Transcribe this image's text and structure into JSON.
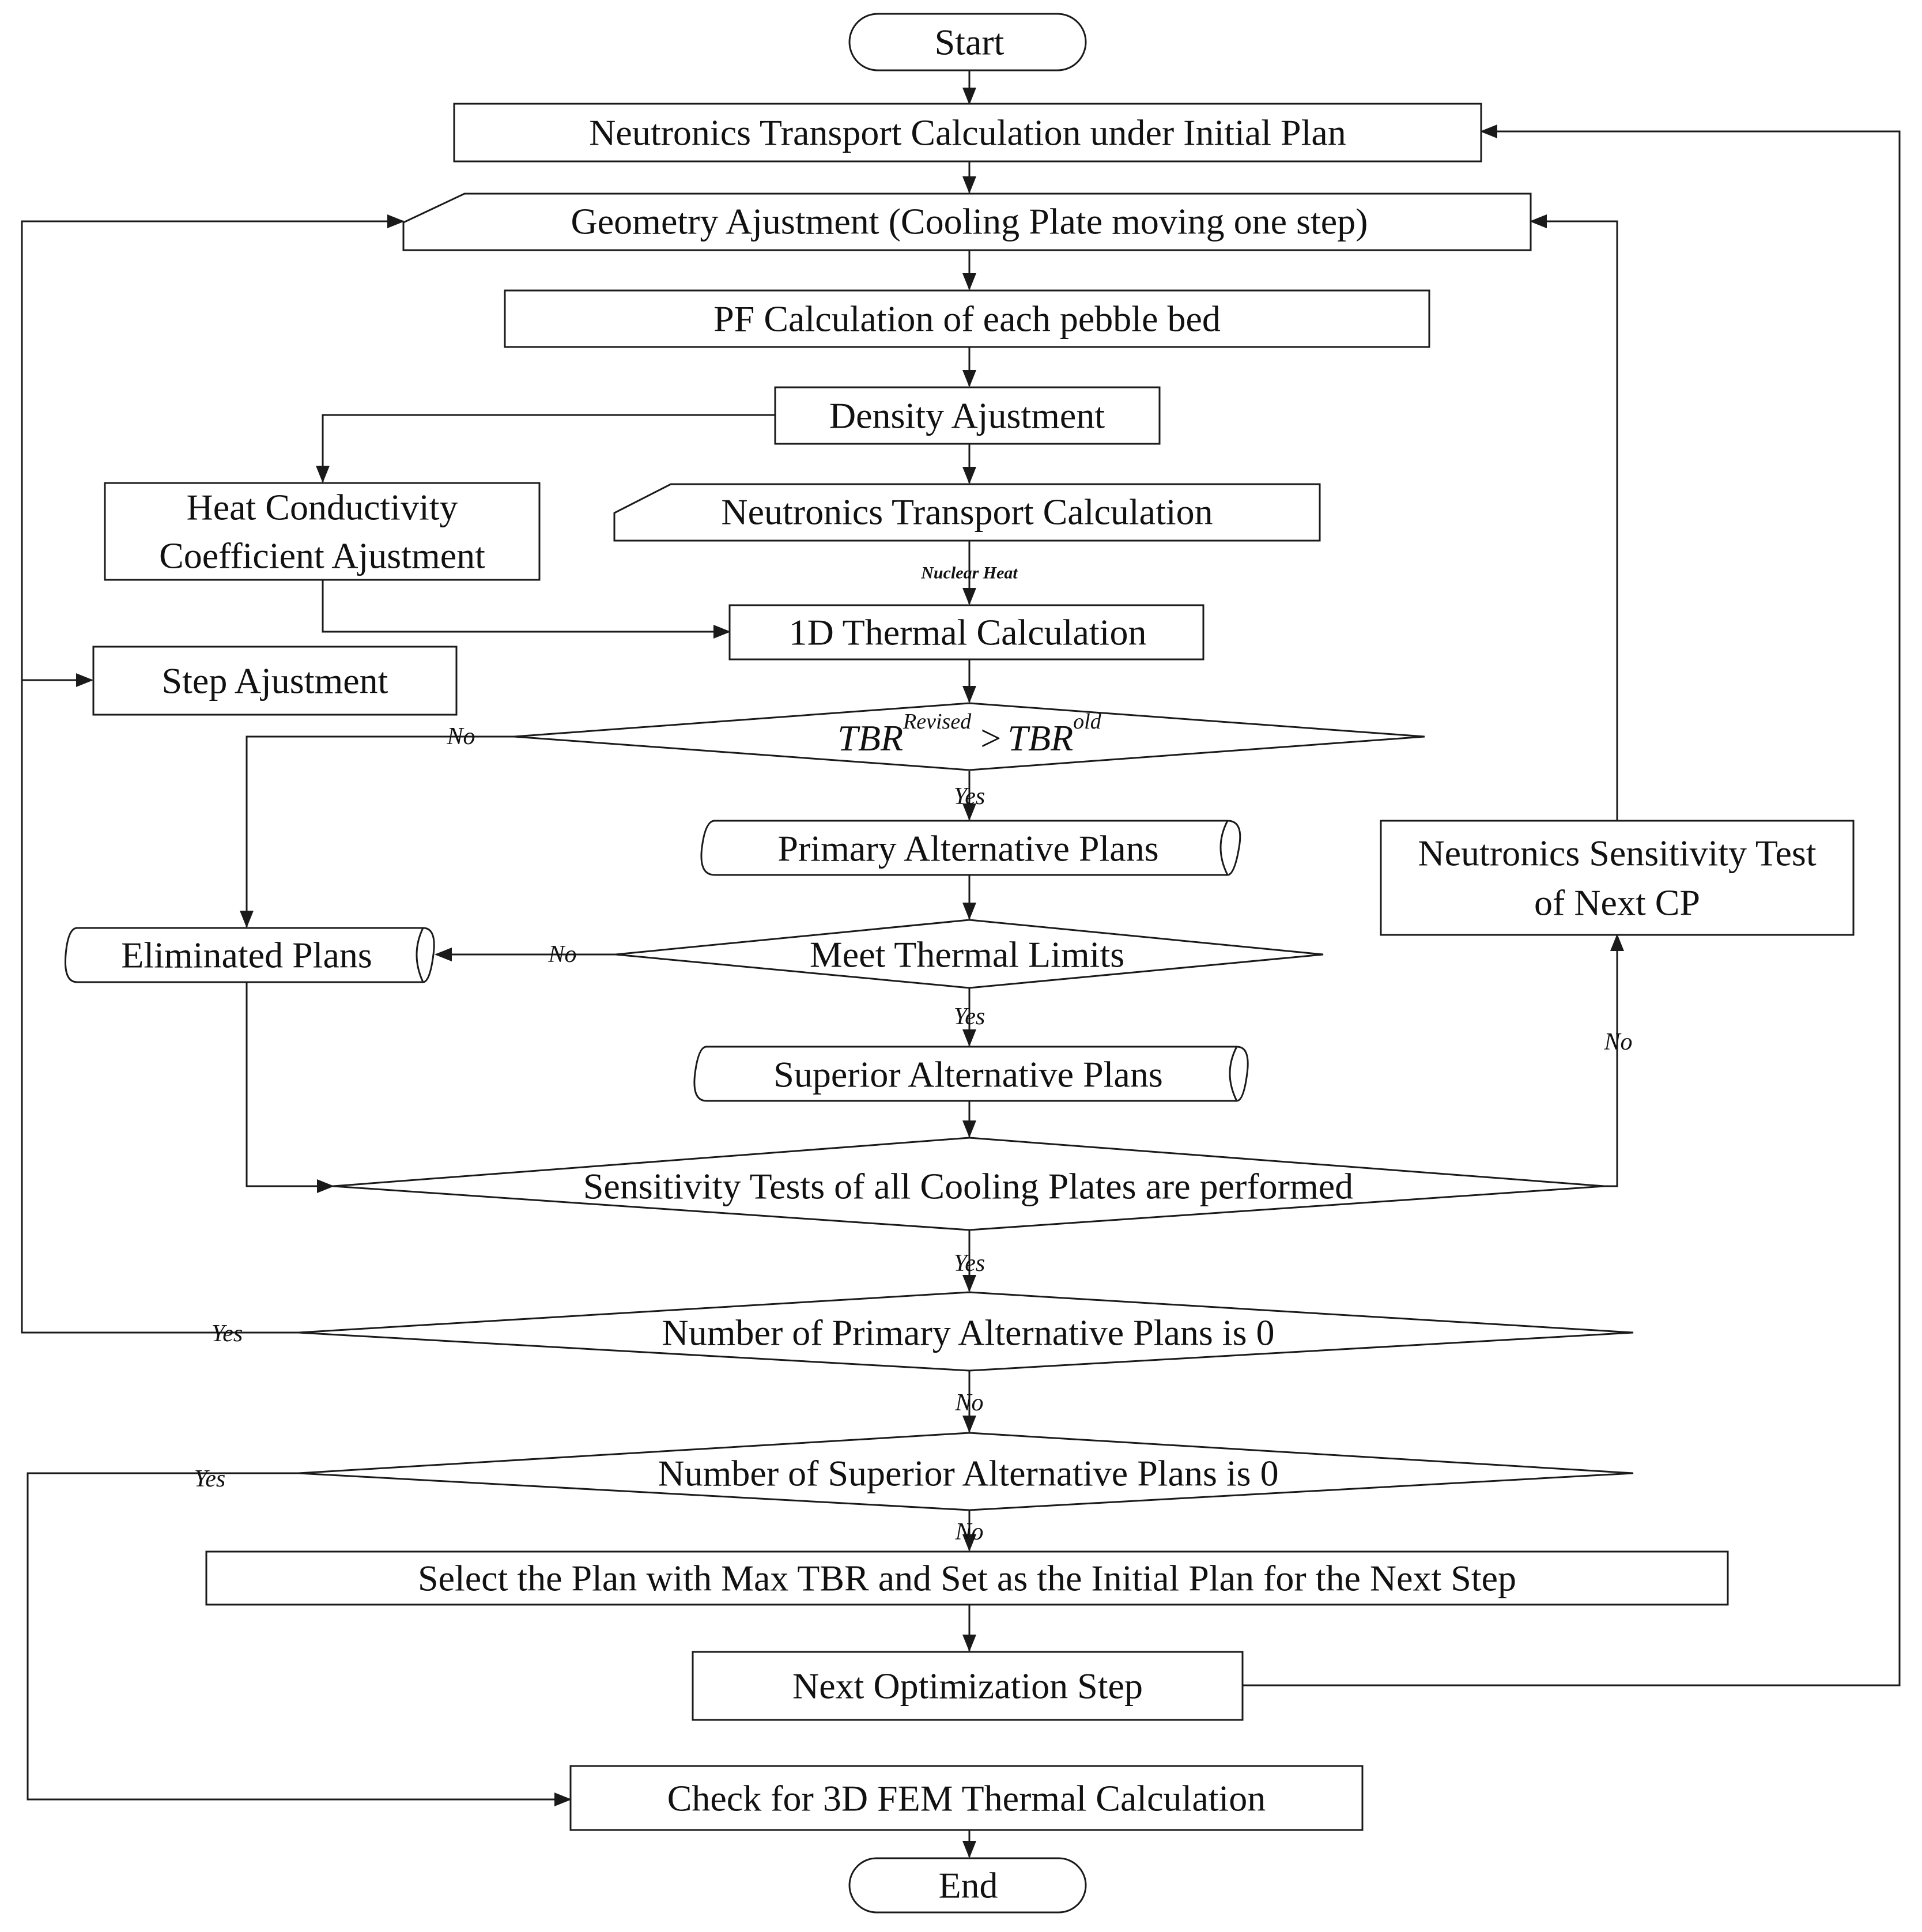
{
  "nodes": {
    "start": "Start",
    "transport_initial": "Neutronics Transport Calculation under Initial Plan",
    "geometry_adjustment": "Geometry Ajustment (Cooling Plate moving one step)",
    "pf_calculation": "PF Calculation of each pebble bed",
    "density_adjustment": "Density Ajustment",
    "heat_conductivity_line1": "Heat Conductivity",
    "heat_conductivity_line2": "Coefficient Ajustment",
    "transport_calc": "Neutronics Transport Calculation",
    "thermal_1d": "1D Thermal Calculation",
    "step_adjustment": "Step Ajustment",
    "tbr_compare": {
      "lhs": "TBR",
      "lhs_sup": "Revised",
      "op": ">",
      "rhs": "TBR",
      "rhs_sup": "old"
    },
    "primary_plans": "Primary Alternative Plans",
    "sensitivity_next_line1": "Neutronics Sensitivity Test",
    "sensitivity_next_line2": "of Next CP",
    "eliminated_plans": "Eliminated Plans",
    "meet_thermal": "Meet Thermal Limits",
    "superior_plans": "Superior Alternative Plans",
    "sensitivity_all": "Sensitivity Tests of all Cooling Plates are performed",
    "num_primary_zero": "Number of Primary Alternative Plans is 0",
    "num_superior_zero": "Number of Superior Alternative Plans is 0",
    "select_plan": "Select the Plan with Max TBR and Set as the Initial Plan for the Next Step",
    "next_step": "Next Optimization Step",
    "check_3d": "Check for 3D FEM Thermal Calculation",
    "end": "End"
  },
  "edge_labels": {
    "nuclear_heat": "Nuclear Heat",
    "tbr_no": "No",
    "tbr_yes": "Yes",
    "thermal_no": "No",
    "thermal_yes": "Yes",
    "sens_no": "No",
    "sens_yes": "Yes",
    "primary_yes": "Yes",
    "primary_no": "No",
    "superior_yes": "Yes",
    "superior_no": "No"
  }
}
